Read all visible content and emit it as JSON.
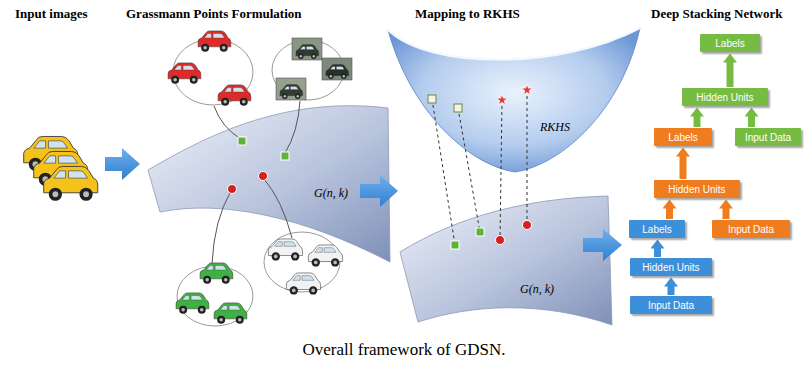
{
  "diagram": {
    "caption": "Overall framework of GDSN.",
    "nodes": [
      {
        "text": [
          "Labels"
        ]
      },
      {
        "text": [
          "Hidden Units"
        ]
      },
      {
        "text": [
          "Labels"
        ]
      },
      {
        "text": [
          "Input Data"
        ]
      },
      {
        "text": [
          "Hidden Units"
        ]
      },
      {
        "text": [
          "Labels"
        ]
      },
      {
        "text": [
          "Input Data"
        ]
      },
      {
        "text": [
          "Hidden Units"
        ]
      },
      {
        "text": [
          "Input Data"
        ]
      }
    ],
    "edges": [
      {
        "from": 8,
        "to": 7,
        "arrow": "to"
      },
      {
        "from": 7,
        "to": 5,
        "arrow": "to"
      },
      {
        "from": 5,
        "to": 4,
        "arrow": "to"
      },
      {
        "from": 6,
        "to": 4,
        "arrow": "to"
      },
      {
        "from": 4,
        "to": 2,
        "arrow": "to"
      },
      {
        "from": 2,
        "to": 1,
        "arrow": "to"
      },
      {
        "from": 3,
        "to": 1,
        "arrow": "to"
      },
      {
        "from": 1,
        "to": 0,
        "arrow": "to"
      }
    ],
    "labels": [
      "Input images",
      "Grassmann Points Formulation",
      "Mapping to RKHS",
      "Deep Stacking Network",
      "G(n, k)",
      "RKHS",
      "G(n, k)"
    ]
  }
}
